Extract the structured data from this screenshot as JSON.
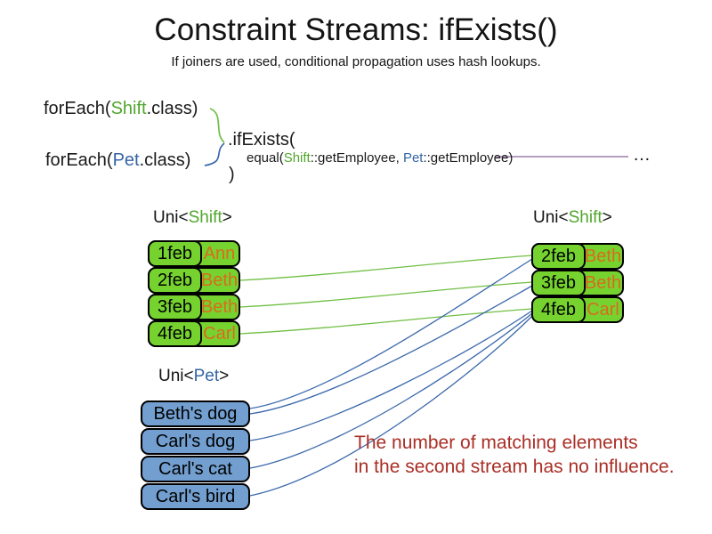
{
  "title": "Constraint Streams: ifExists()",
  "subtitle": "If joiners are used, conditional propagation uses hash lookups.",
  "code": {
    "foreach_shift": {
      "prefix": "forEach(",
      "class_name": "Shift",
      "suffix": ".class)"
    },
    "foreach_pet": {
      "prefix": "forEach(",
      "class_name": "Pet",
      "suffix": ".class)"
    },
    "if_exists": ".ifExists(",
    "equal": {
      "prefix": "equal(",
      "shift_ref": "Shift",
      "mid": "::getEmployee, ",
      "pet_ref": "Pet",
      "suffix": "::getEmployee)"
    },
    "close_paren": ")",
    "ellipsis": "…"
  },
  "left_shift_table": {
    "label_prefix": "Uni<",
    "label_type": "Shift",
    "label_suffix": ">",
    "rows": [
      {
        "date": "1feb",
        "name": "Ann"
      },
      {
        "date": "2feb",
        "name": "Beth"
      },
      {
        "date": "3feb",
        "name": "Beth"
      },
      {
        "date": "4feb",
        "name": "Carl"
      }
    ]
  },
  "right_shift_table": {
    "label_prefix": "Uni<",
    "label_type": "Shift",
    "label_suffix": ">",
    "rows": [
      {
        "date": "2feb",
        "name": "Beth"
      },
      {
        "date": "3feb",
        "name": "Beth"
      },
      {
        "date": "4feb",
        "name": "Carl"
      }
    ]
  },
  "pet_list": {
    "label_prefix": "Uni<",
    "label_type": "Pet",
    "label_suffix": ">",
    "rows": [
      {
        "name": "Beth's dog"
      },
      {
        "name": "Carl's dog"
      },
      {
        "name": "Carl's cat"
      },
      {
        "name": "Carl's bird"
      }
    ]
  },
  "note": {
    "line1": "The number of matching elements",
    "line2": "in the second stream has no influence."
  },
  "colors": {
    "box_green": "#76d32f",
    "box_blue": "#729fcf",
    "text_orange": "#d96b1e",
    "text_green": "#52a62e",
    "text_blue": "#3465a4",
    "note_red": "#aa2e25",
    "line_green": "#70bf44",
    "line_blue": "#3a68ab",
    "line_purple": "#9b7fae"
  }
}
